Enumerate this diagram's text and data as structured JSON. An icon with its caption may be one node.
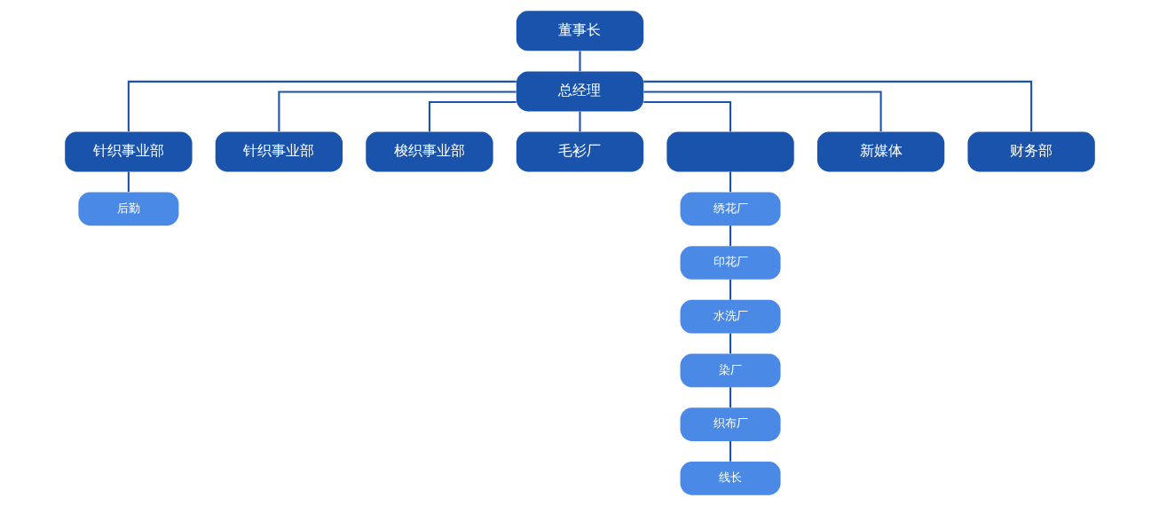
{
  "diagram": {
    "nodes": [
      {
        "text": [
          "董事长"
        ]
      },
      {
        "text": [
          "总经理"
        ]
      },
      {
        "text": [
          "针织事业部"
        ]
      },
      {
        "text": [
          "针织事业部"
        ]
      },
      {
        "text": [
          "梭织事业部"
        ]
      },
      {
        "text": [
          "毛衫厂"
        ]
      },
      {
        "text": [],
        "shape": "box"
      },
      {
        "text": [
          "新媒体"
        ]
      },
      {
        "text": [
          "财务部"
        ]
      },
      {
        "text": [
          "后勤"
        ]
      },
      {
        "text": [
          "绣花厂"
        ]
      },
      {
        "text": [
          "印花厂"
        ]
      },
      {
        "text": [
          "水洗厂"
        ]
      },
      {
        "text": [
          "染厂"
        ]
      },
      {
        "text": [
          "织布厂"
        ]
      },
      {
        "text": [
          "线长"
        ]
      }
    ],
    "edges": [
      {
        "from": 0,
        "to": 1,
        "arrow": "none"
      },
      {
        "from": 1,
        "to": 2,
        "arrow": "none"
      },
      {
        "from": 1,
        "to": 3,
        "arrow": "none"
      },
      {
        "from": 1,
        "to": 4,
        "arrow": "none"
      },
      {
        "from": 1,
        "to": 5,
        "arrow": "none"
      },
      {
        "from": 1,
        "to": 6,
        "arrow": "none"
      },
      {
        "from": 1,
        "to": 7,
        "arrow": "none"
      },
      {
        "from": 1,
        "to": 8,
        "arrow": "none"
      },
      {
        "from": 2,
        "to": 9,
        "arrow": "none"
      },
      {
        "from": 6,
        "to": 10,
        "arrow": "none"
      },
      {
        "from": 10,
        "to": 11,
        "arrow": "none"
      },
      {
        "from": 11,
        "to": 12,
        "arrow": "none"
      },
      {
        "from": 12,
        "to": 13,
        "arrow": "none"
      },
      {
        "from": 13,
        "to": 14,
        "arrow": "none"
      },
      {
        "from": 14,
        "to": 15,
        "arrow": "none"
      }
    ]
  }
}
